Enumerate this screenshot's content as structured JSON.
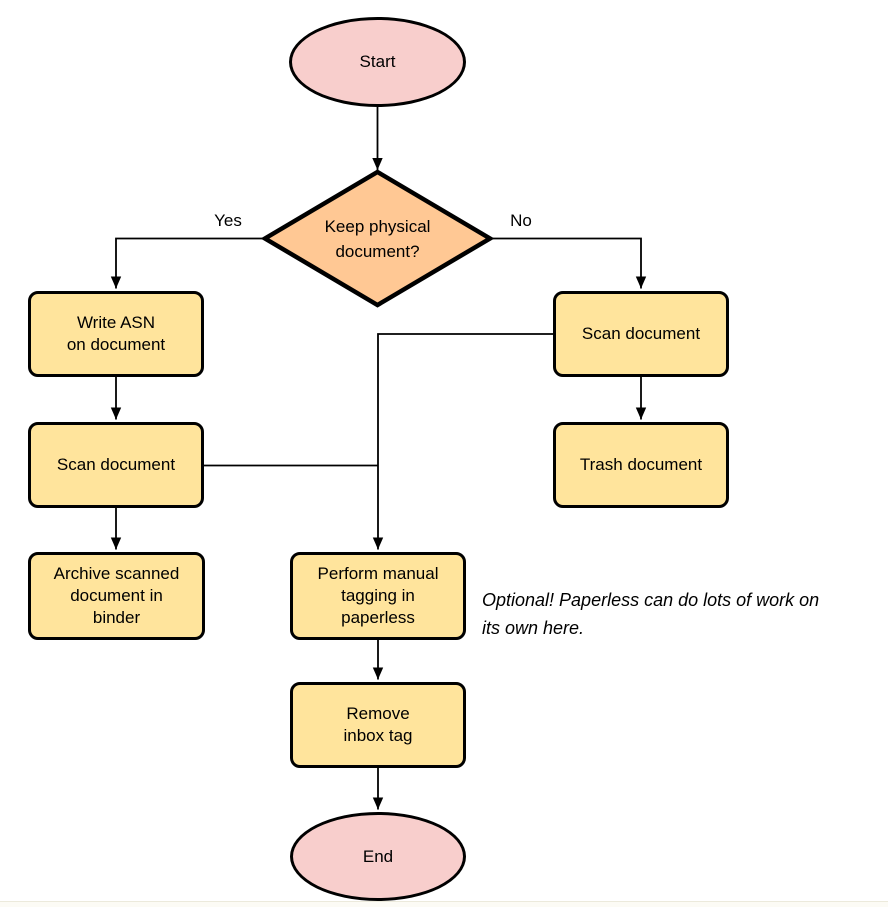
{
  "flowchart": {
    "nodes": {
      "start": "Start",
      "decision": "Keep physical\ndocument?",
      "write_asn": "Write ASN\non document",
      "scan_left": "Scan document",
      "archive": "Archive scanned\ndocument in\nbinder",
      "scan_right": "Scan document",
      "trash": "Trash document",
      "perform_tagging": "Perform manual\ntagging in\npaperless",
      "remove_inbox": "Remove\ninbox tag",
      "end": "End"
    },
    "edge_labels": {
      "yes": "Yes",
      "no": "No"
    },
    "annotation": {
      "lines": [
        "Optional! Paperless can do lots of work on",
        "its own here."
      ]
    },
    "colors": {
      "terminator_fill": "#f8cecc",
      "decision_fill": "#ffc894",
      "process_fill": "#ffe49c",
      "stroke": "#000000"
    }
  }
}
